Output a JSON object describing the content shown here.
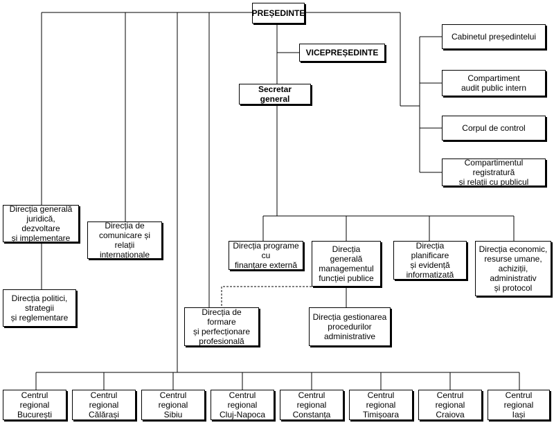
{
  "boxes": {
    "presedinte": "PREȘEDINTE",
    "vicepresedinte": "VICEPREȘEDINTE",
    "secretar": "Secretar general",
    "cabinet": "Cabinetul președintelui",
    "audit": "Compartiment\naudit public intern",
    "control": "Corpul de control",
    "registratura": "Compartimentul registratură\nși relații cu publicul",
    "juridica": "Direcția generală\njuridică, dezvoltare\nși implementare",
    "politici": "Direcția politici,\nstrategii\nși reglementare",
    "comunicare": "Direcția de\ncomunicare și relații\ninternaționale",
    "programe": "Direcția programe cu\nfinanțare externă",
    "management": "Direcția generală\nmanagementul\nfuncției publice",
    "planificare": "Direcția planificare\nși evidență\ninformatizată",
    "economic": "Direcția economic,\nresurse umane,\nachiziții, administrativ\nși protocol",
    "formare": "Direcția de formare\nși perfecționare\nprofesională",
    "gestionare": "Direcția gestionarea\nprocedurilor\nadministrative"
  },
  "regional": [
    "Centrul regional\nBucurești",
    "Centrul regional\nCălărași",
    "Centrul regional\nSibiu",
    "Centrul regional\nCluj-Napoca",
    "Centrul regional\nConstanța",
    "Centrul regional\nTimișoara",
    "Centrul regional\nCraiova",
    "Centrul regional\nIași"
  ]
}
